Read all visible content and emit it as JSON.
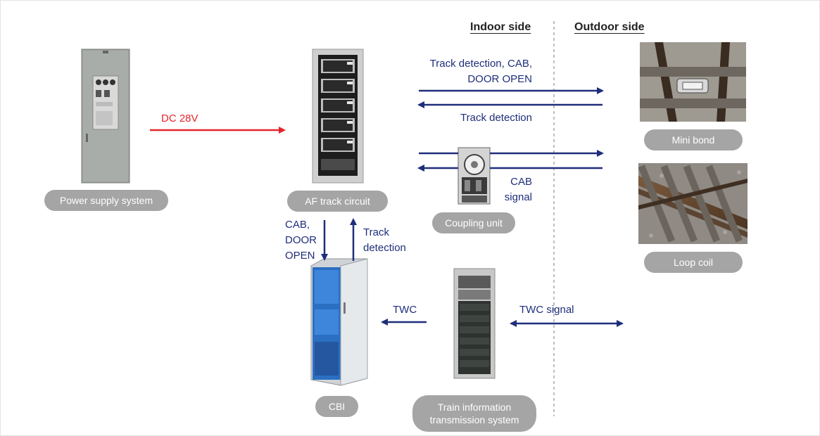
{
  "headers": {
    "indoor": "Indoor side",
    "outdoor": "Outdoor side"
  },
  "components": {
    "power_supply": "Power supply system",
    "af_track_circuit": "AF track circuit",
    "coupling_unit": "Coupling unit",
    "mini_bond": "Mini bond",
    "loop_coil": "Loop coil",
    "cbi": "CBI",
    "train_info_line1": "Train information",
    "train_info_line2": "transmission system"
  },
  "arrow_labels": {
    "dc": "DC 28V",
    "track_cab_door_line1": "Track detection, CAB,",
    "track_cab_door_line2": "DOOR OPEN",
    "track_detection": "Track detection",
    "cab_signal_line1": "CAB",
    "cab_signal_line2": "signal",
    "cab_door_line1": "CAB,",
    "cab_door_line2": "DOOR",
    "cab_door_line3": "OPEN",
    "track_det_line1": "Track",
    "track_det_line2": "detection",
    "twc": "TWC",
    "twc_signal": "TWC signal"
  },
  "colors": {
    "arrow": "#1f2e7a",
    "power_arrow": "#e4252b",
    "pill": "#a5a5a5"
  }
}
